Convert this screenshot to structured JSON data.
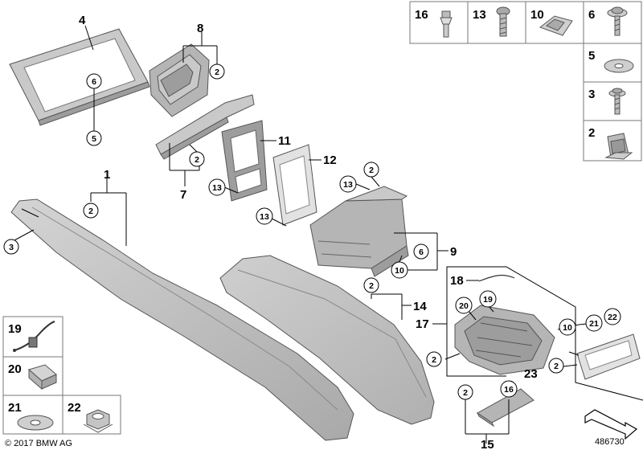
{
  "callouts": {
    "p1": "1",
    "p2": "2",
    "p3": "3",
    "p4": "4",
    "p5": "5",
    "p6": "6",
    "p7": "7",
    "p8": "8",
    "p9": "9",
    "p10": "10",
    "p11": "11",
    "p12": "12",
    "p13": "13",
    "p14": "14",
    "p15": "15",
    "p16": "16",
    "p17": "17",
    "p18": "18",
    "p19": "19",
    "p20": "20",
    "p21": "21",
    "p22": "22",
    "p23": "23"
  },
  "legend_top": [
    "16",
    "13",
    "10",
    "6"
  ],
  "legend_right": [
    "5",
    "3",
    "2"
  ],
  "legend_bottom": [
    "19",
    "20",
    "21",
    "22"
  ],
  "copyright": "© 2017 BMW AG",
  "diagram_id": "486730"
}
